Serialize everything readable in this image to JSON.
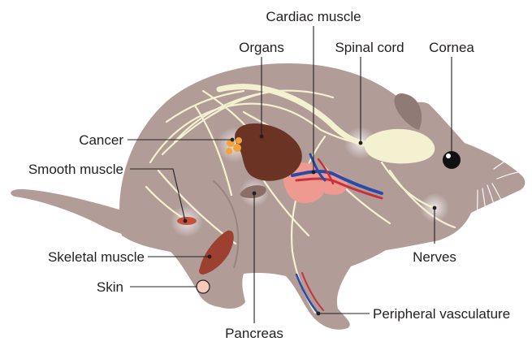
{
  "labels": {
    "cardiac_muscle": "Cardiac muscle",
    "organs": "Organs",
    "spinal_cord": "Spinal cord",
    "cornea": "Cornea",
    "cancer": "Cancer",
    "smooth_muscle": "Smooth muscle",
    "skeletal_muscle": "Skeletal muscle",
    "skin": "Skin",
    "nerves": "Nerves",
    "pancreas": "Pancreas",
    "peripheral_vasculature": "Peripheral vasculature"
  },
  "colors": {
    "body": "#b19c98",
    "body_dark": "#8f7a76",
    "nerve": "#f4f1d0",
    "organ": "#6b3324",
    "lung": "#ee9a91",
    "vessel_blue": "#2a4aa8",
    "vessel_red": "#c8313b",
    "cancer": "#f2a33a",
    "smooth_muscle": "#c2523c",
    "skeletal_muscle": "#9c4030",
    "skin": "#f6c9b8",
    "eye": "#111111",
    "leader": "#231f20"
  }
}
